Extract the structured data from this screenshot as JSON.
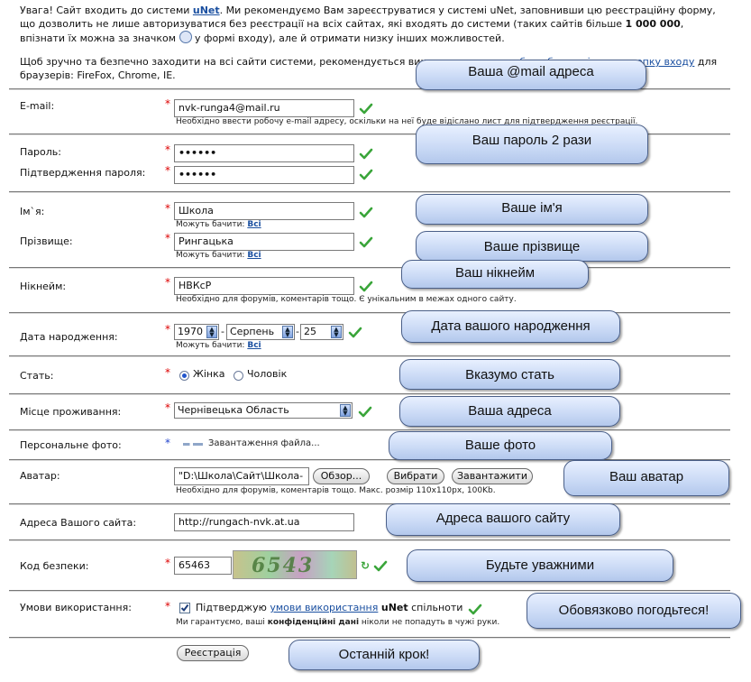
{
  "intro": {
    "p1_a": "Увага! Сайт входить до системи ",
    "p1_link": "uNet",
    "p1_b": ". Ми рекомендуємо Вам зареєструватися у системі uNet, заповнивши цю реєстраційну форму,",
    "p1_c": "що дозволить не лише авторизуватися без реєстрації на всіх сайтах, які входять до системи (таких сайтів більше ",
    "p1_bold": "1 000 000",
    "p1_d": ",",
    "p1_e": "впізнати їх можна за значком ",
    "p1_f": " у формі входу), але й отримати низку інших можливостей.",
    "p2_a": "Щоб зручно та безпечно заходити на всі сайти системи, рекомендується використовувати ",
    "p2_link": "тулбар або спеціальну кнопку входу",
    "p2_b": " для",
    "p2_c": "браузерів: FireFox, Chrome, IE."
  },
  "form": {
    "email": {
      "label": "E-mail:",
      "value": "nvk-runga4@mail.ru",
      "hint": "Необхідно ввести робочу e-mail адресу, оскільки на неї буде відіслано лист для підтвердження реєстрації."
    },
    "password": {
      "label": "Пароль:",
      "value": "••••••"
    },
    "password_confirm": {
      "label": "Підтвердження пароля:",
      "value": "••••••"
    },
    "first_name": {
      "label": "Ім`я:",
      "value": "Школа",
      "hint": "Можуть бачити: ",
      "hint_link": "Всі"
    },
    "last_name": {
      "label": "Прізвище:",
      "value": "Рингацька",
      "hint": "Можуть бачити: ",
      "hint_link": "Всі"
    },
    "nickname": {
      "label": "Нікнейм:",
      "value": "НВКсР",
      "hint": "Необхідно для форумів, коментарів тощо. Є унікальним в межах одного сайту."
    },
    "birthdate": {
      "label": "Дата народження:",
      "year": "1970",
      "month": "Серпень",
      "day": "25",
      "sep": "-",
      "hint": "Можуть бачити: ",
      "hint_link": "Всі"
    },
    "gender": {
      "label": "Стать:",
      "female": "Жінка",
      "male": "Чоловік"
    },
    "residence": {
      "label": "Місце проживання:",
      "value": "Чернівецька Область"
    },
    "photo": {
      "label": "Персональне фото:",
      "loading": "Завантаження файла..."
    },
    "avatar": {
      "label": "Аватар:",
      "value": "\"D:\\Школа\\Сайт\\Школа-",
      "browse": "Обзор...",
      "choose": "Вибрати",
      "upload": "Завантажити",
      "hint": "Необхідно для форумів, коментарів тощо. Макс. розмір 110х110px, 100Kb."
    },
    "website": {
      "label": "Адреса Вашого сайта:",
      "value": "http://rungach-nvk.at.ua"
    },
    "captcha": {
      "label": "Код безпеки:",
      "value": "65463",
      "image_text": "6543"
    },
    "terms": {
      "label": "Умови використання:",
      "text_a": "Підтверджую ",
      "link": "умови використання",
      "text_b": " ",
      "brand": "uNet",
      "text_c": " спільноти",
      "note_a": "Ми гарантуємо, ваші ",
      "note_bold": "конфіденційні дані",
      "note_b": " ніколи не попадуть в чужі руки."
    },
    "submit": "Реєстрація"
  },
  "callouts": {
    "email": "Ваша @mail адреса",
    "password": "Ваш пароль 2 рази",
    "first_name": "Ваше ім'я",
    "last_name": "Ваше прізвище",
    "nickname": "Ваш нікнейм",
    "birthdate": "Дата вашого народження",
    "gender": "Вказумо стать",
    "residence": "Ваша адреса",
    "photo": "Ваше фото",
    "avatar": "Ваш аватар",
    "website": "Адреса вашого сайту",
    "captcha": "Будьте уважними",
    "terms": "Обовязково погодьтеся!",
    "submit": "Останній крок!"
  },
  "colors": {
    "check": "#3aa53a",
    "required": "#dd0000",
    "link": "#1a4fa0",
    "callout_bg": "#c9d9f5"
  }
}
